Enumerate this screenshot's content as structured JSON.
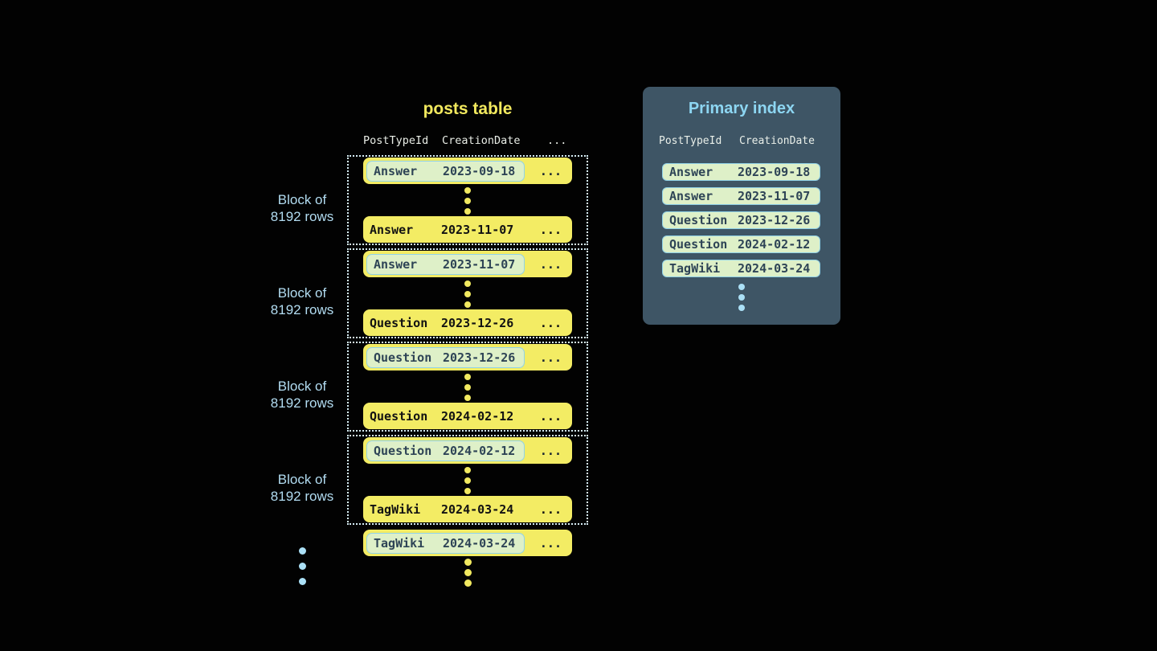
{
  "colors": {
    "background": "#020202",
    "row_yellow": "#f3ec64",
    "title_yellow": "#f2e95e",
    "pill_green": "#def0c8",
    "pill_border_blue": "#8fd0e6",
    "pill_text": "#2e4456",
    "panel_slate": "#3e5565",
    "panel_title_blue": "#8dd6f2",
    "label_blue": "#b2dcf1",
    "header_offwhite": "#e9ede6",
    "dotted_border": "#d6edf5",
    "yellow_dot": "#f1e960",
    "blue_dot": "#abe0f6"
  },
  "ellipsis": "...",
  "posts_table": {
    "title": "posts table",
    "headers": {
      "col1": "PostTypeId",
      "col2": "CreationDate",
      "more": "..."
    },
    "blocks": [
      {
        "label_line1": "Block of",
        "label_line2": "8192 rows",
        "first_row": {
          "type": "Answer",
          "date": "2023-09-18"
        },
        "last_row": {
          "type": "Answer",
          "date": "2023-11-07"
        }
      },
      {
        "label_line1": "Block of",
        "label_line2": "8192 rows",
        "first_row": {
          "type": "Answer",
          "date": "2023-11-07"
        },
        "last_row": {
          "type": "Question",
          "date": "2023-12-26"
        }
      },
      {
        "label_line1": "Block of",
        "label_line2": "8192 rows",
        "first_row": {
          "type": "Question",
          "date": "2023-12-26"
        },
        "last_row": {
          "type": "Question",
          "date": "2024-02-12"
        }
      },
      {
        "label_line1": "Block of",
        "label_line2": "8192 rows",
        "first_row": {
          "type": "Question",
          "date": "2024-02-12"
        },
        "last_row": {
          "type": "TagWiki",
          "date": "2024-03-24"
        }
      }
    ],
    "overflow_row": {
      "type": "TagWiki",
      "date": "2024-03-24"
    }
  },
  "primary_index": {
    "title": "Primary index",
    "headers": {
      "col1": "PostTypeId",
      "col2": "CreationDate"
    },
    "entries": [
      {
        "type": "Answer",
        "date": "2023-09-18"
      },
      {
        "type": "Answer",
        "date": "2023-11-07"
      },
      {
        "type": "Question",
        "date": "2023-12-26"
      },
      {
        "type": "Question",
        "date": "2024-02-12"
      },
      {
        "type": "TagWiki",
        "date": "2024-03-24"
      }
    ]
  }
}
